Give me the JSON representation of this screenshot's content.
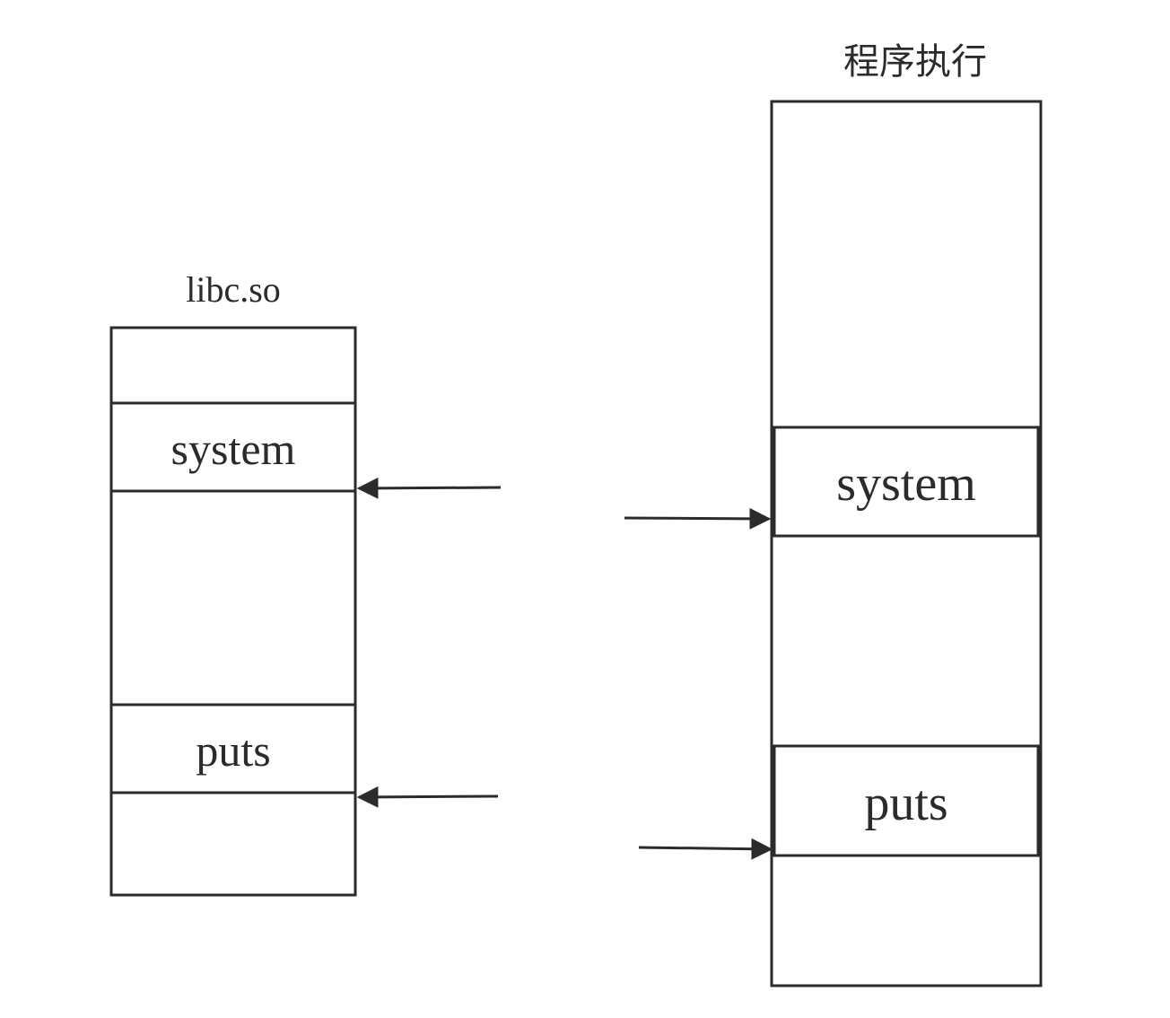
{
  "left_block": {
    "title": "libc.so",
    "labels": {
      "system": "system",
      "puts": "puts"
    }
  },
  "right_block": {
    "title": "程序执行",
    "labels": {
      "system": "system",
      "puts": "puts"
    }
  },
  "colors": {
    "stroke": "#2b2b2b",
    "background": "#ffffff"
  }
}
